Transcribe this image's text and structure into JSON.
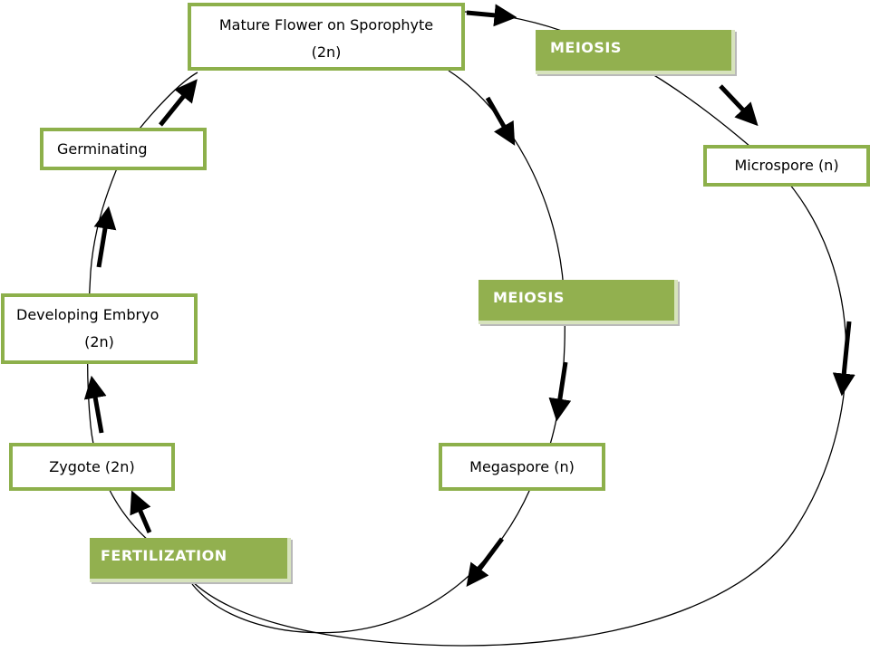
{
  "diagram": {
    "colors": {
      "stage_border": "#8db04b",
      "process_fill": "#92b04f",
      "process_text": "#ffffff",
      "line": "#000000"
    },
    "stages": {
      "mature_flower": {
        "line1": "Mature Flower on Sporophyte",
        "line2": "(2n)"
      },
      "microspore": {
        "label": "Microspore (n)"
      },
      "megaspore": {
        "label": "Megaspore (n)"
      },
      "zygote": {
        "label": "Zygote (2n)"
      },
      "developing_embryo": {
        "line1": "Developing Embryo",
        "line2": "(2n)"
      },
      "germinating": {
        "label": "Germinating"
      }
    },
    "processes": {
      "meiosis_top": "MEIOSIS",
      "meiosis_middle": "MEIOSIS",
      "fertilization": "FERTILIZATION"
    }
  }
}
